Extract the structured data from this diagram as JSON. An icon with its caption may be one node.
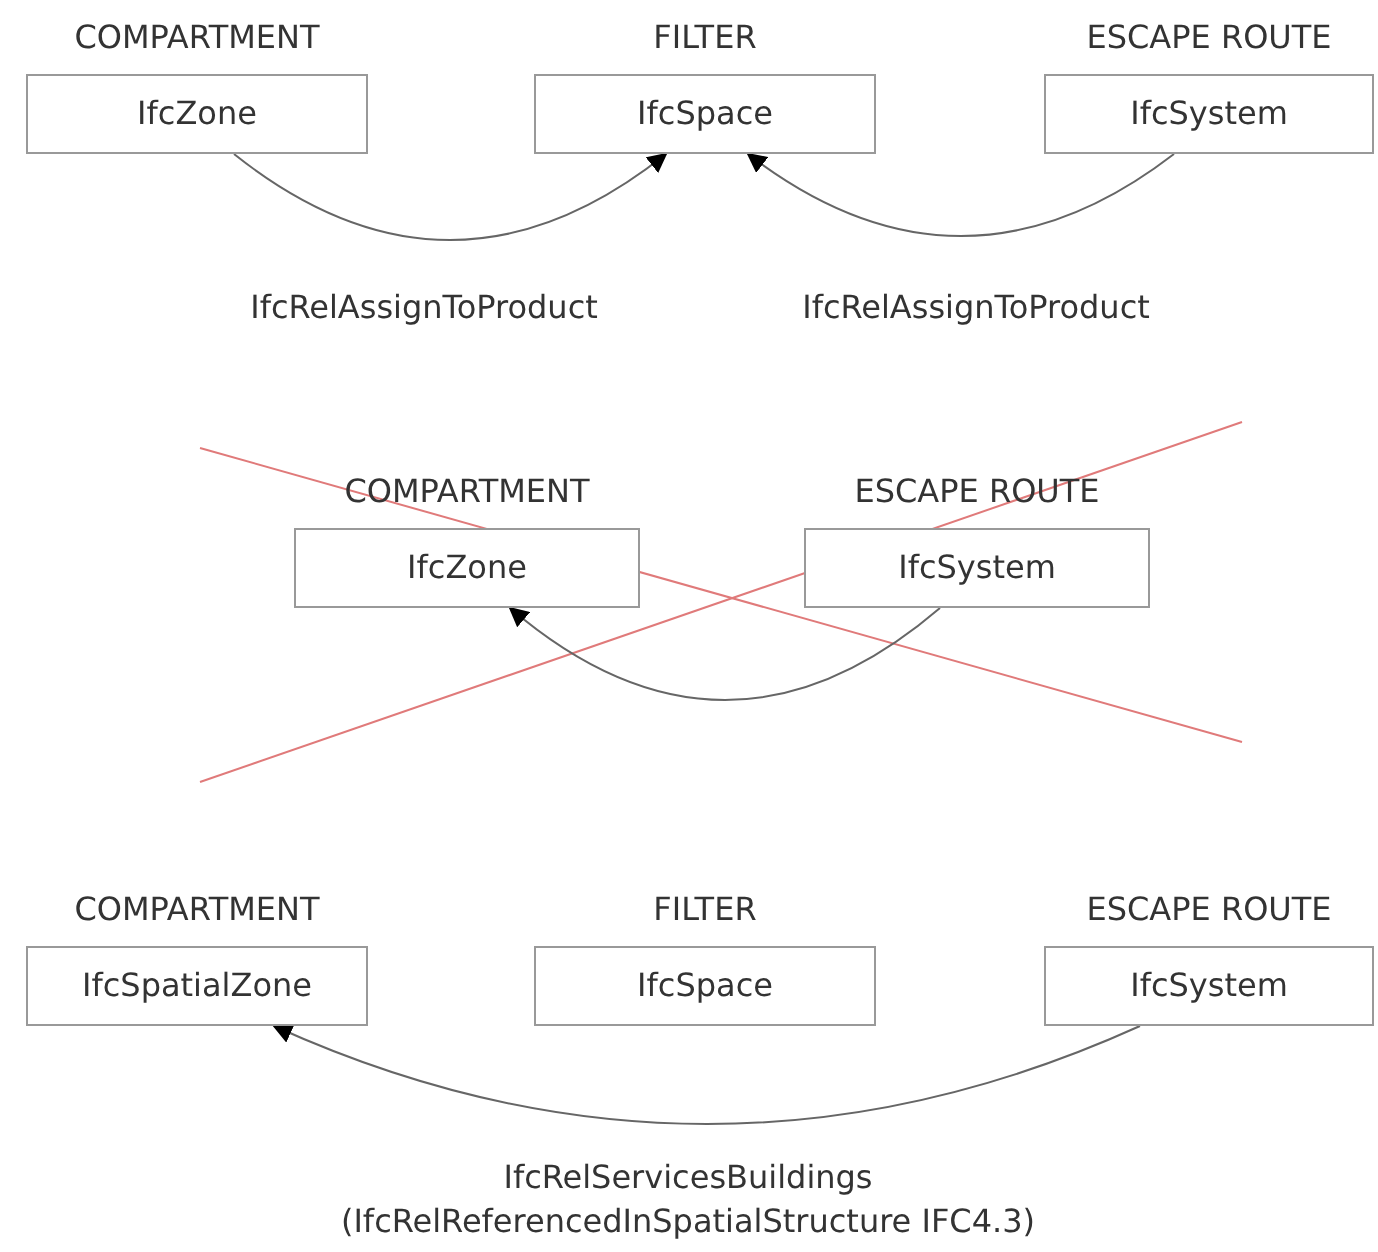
{
  "diagram": {
    "nodes": [
      {
        "text": [
          "COMPARTMENT",
          "IfcZone"
        ]
      },
      {
        "text": [
          "FILTER",
          "IfcSpace"
        ]
      },
      {
        "text": [
          "ESCAPE ROUTE",
          "IfcSystem"
        ]
      },
      {
        "text": [
          "COMPARTMENT",
          "IfcZone"
        ]
      },
      {
        "text": [
          "ESCAPE ROUTE",
          "IfcSystem"
        ]
      },
      {
        "text": [
          "COMPARTMENT",
          "IfcSpatialZone"
        ]
      },
      {
        "text": [
          "FILTER",
          "IfcSpace"
        ]
      },
      {
        "text": [
          "ESCAPE ROUTE",
          "IfcSystem"
        ]
      }
    ],
    "edges": [
      {
        "from": 0,
        "to": 1,
        "arrow": "to",
        "label": "IfcRelAssignToProduct"
      },
      {
        "from": 2,
        "to": 1,
        "arrow": "to",
        "label": "IfcRelAssignToProduct"
      },
      {
        "from": 4,
        "to": 3,
        "arrow": "to"
      },
      {
        "from": 7,
        "to": 5,
        "arrow": "to",
        "label": "IfcRelServicesBuildings (IfcRelReferencedInSpatialStructure IFC4.3)"
      }
    ]
  }
}
